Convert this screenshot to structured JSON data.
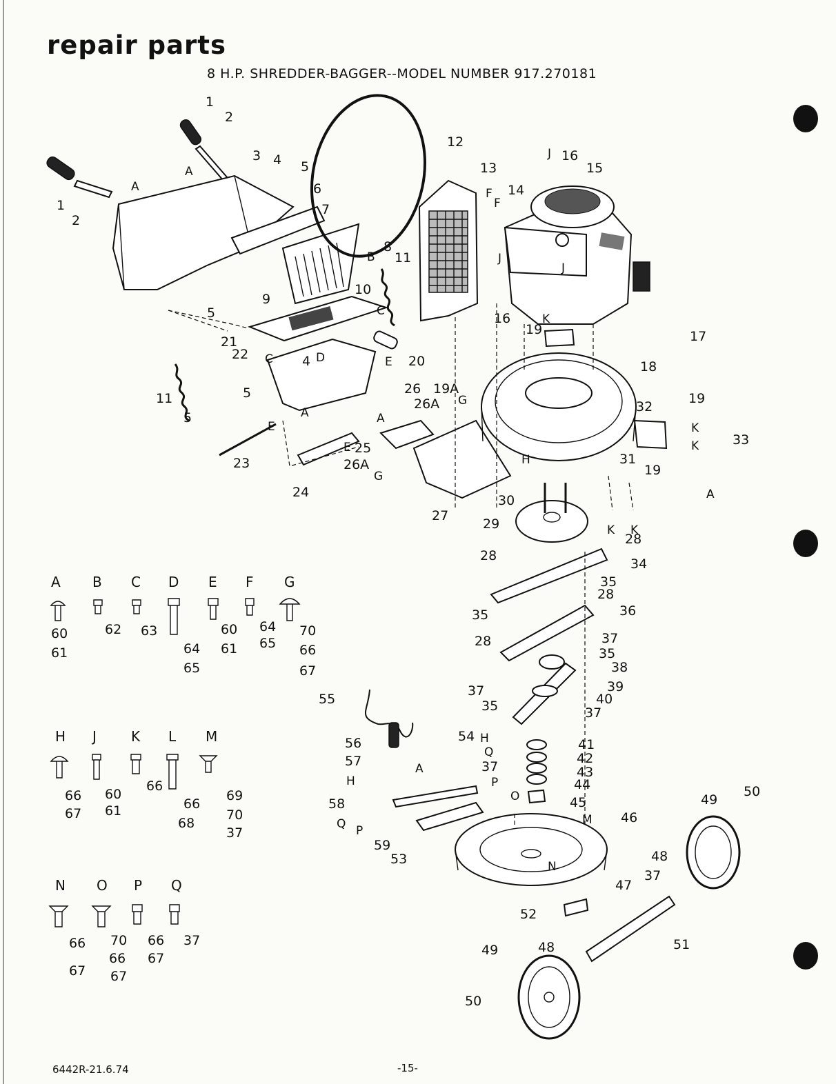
{
  "heading": "repair parts",
  "subtitle": "8 H.P. SHREDDER-BAGGER--MODEL NUMBER 917.270181",
  "footer": {
    "code": "6442R-21.6.74",
    "page": "-15-"
  },
  "callouts": {
    "c1a": "1",
    "c1b": "1",
    "c2a": "2",
    "c2b": "2",
    "c3": "3",
    "c4a": "4",
    "c4b": "4",
    "c5a": "5",
    "c5b": "5",
    "c5c": "5",
    "c5d": "5",
    "c6": "6",
    "c7": "7",
    "c8": "8",
    "c9": "9",
    "c10": "10",
    "c11a": "11",
    "c11b": "11",
    "c12": "12",
    "c13": "13",
    "c14": "14",
    "c15": "15",
    "c16a": "16",
    "c16b": "16",
    "c17": "17",
    "c18": "18",
    "c19a": "19",
    "c19b": "19",
    "c19c": "19",
    "c19A": "19A",
    "c20": "20",
    "c21": "21",
    "c22": "22",
    "c23": "23",
    "c24": "24",
    "c25": "25",
    "c26": "26",
    "c26Aa": "26A",
    "c26Ab": "26A",
    "c27": "27",
    "c28a": "28",
    "c28b": "28",
    "c28c": "28",
    "c28d": "28",
    "c29": "29",
    "c30": "30",
    "c31": "31",
    "c32": "32",
    "c33": "33",
    "c34": "34",
    "c35a": "35",
    "c35b": "35",
    "c35c": "35",
    "c35d": "35",
    "c36": "36",
    "c37a": "37",
    "c37b": "37",
    "c37c": "37",
    "c37d": "37",
    "c37e": "37",
    "c38": "38",
    "c39": "39",
    "c40": "40",
    "c41": "41",
    "c42": "42",
    "c43": "43",
    "c44": "44",
    "c45": "45",
    "c46": "46",
    "c47": "47",
    "c48a": "48",
    "c48b": "48",
    "c49a": "49",
    "c49b": "49",
    "c50a": "50",
    "c50b": "50",
    "c51": "51",
    "c52": "52",
    "c53": "53",
    "c54": "54",
    "c55": "55",
    "c56": "56",
    "c57": "57",
    "c58": "58",
    "c59": "59",
    "kA1": "A",
    "kA2": "A",
    "kA3": "A",
    "kA4": "A",
    "kA5": "A",
    "kA6": "A",
    "kB": "B",
    "kC1": "C",
    "kC2": "C",
    "kD": "D",
    "kE1": "E",
    "kE2": "E",
    "kE3": "E",
    "kF1": "F",
    "kF2": "F",
    "kG1": "G",
    "kG2": "G",
    "kH1": "H",
    "kH2": "H",
    "kH3": "H",
    "kJ1": "J",
    "kJ2": "J",
    "kJ3": "J",
    "kK1": "K",
    "kK2": "K",
    "kK3": "K",
    "kK4": "K",
    "kK5": "K",
    "kM": "M",
    "kN": "N",
    "kO": "O",
    "kP1": "P",
    "kP2": "P",
    "kQ1": "Q",
    "kQ2": "Q"
  },
  "hardware_key": {
    "A": {
      "letter": "A",
      "parts": [
        "60",
        "61"
      ]
    },
    "B": {
      "letter": "B",
      "parts": [
        "62"
      ]
    },
    "C": {
      "letter": "C",
      "parts": [
        "63"
      ]
    },
    "D": {
      "letter": "D",
      "parts": [
        "64",
        "65"
      ]
    },
    "E": {
      "letter": "E",
      "parts": [
        "60",
        "61"
      ]
    },
    "F": {
      "letter": "F",
      "parts": [
        "64",
        "65"
      ]
    },
    "G": {
      "letter": "G",
      "parts": [
        "70",
        "66",
        "67"
      ]
    },
    "H": {
      "letter": "H",
      "parts": [
        "66",
        "67"
      ]
    },
    "J": {
      "letter": "J",
      "parts": [
        "60",
        "61"
      ]
    },
    "K": {
      "letter": "K",
      "parts": [
        "66"
      ]
    },
    "L": {
      "letter": "L",
      "parts": [
        "66",
        "68"
      ]
    },
    "M": {
      "letter": "M",
      "parts": [
        "69",
        "70",
        "37"
      ]
    },
    "N": {
      "letter": "N",
      "parts": [
        "66",
        "67"
      ]
    },
    "O": {
      "letter": "O",
      "parts": [
        "70",
        "66",
        "67"
      ]
    },
    "P": {
      "letter": "P",
      "parts": [
        "66",
        "67"
      ]
    },
    "Q": {
      "letter": "Q",
      "parts": [
        "37"
      ]
    }
  }
}
